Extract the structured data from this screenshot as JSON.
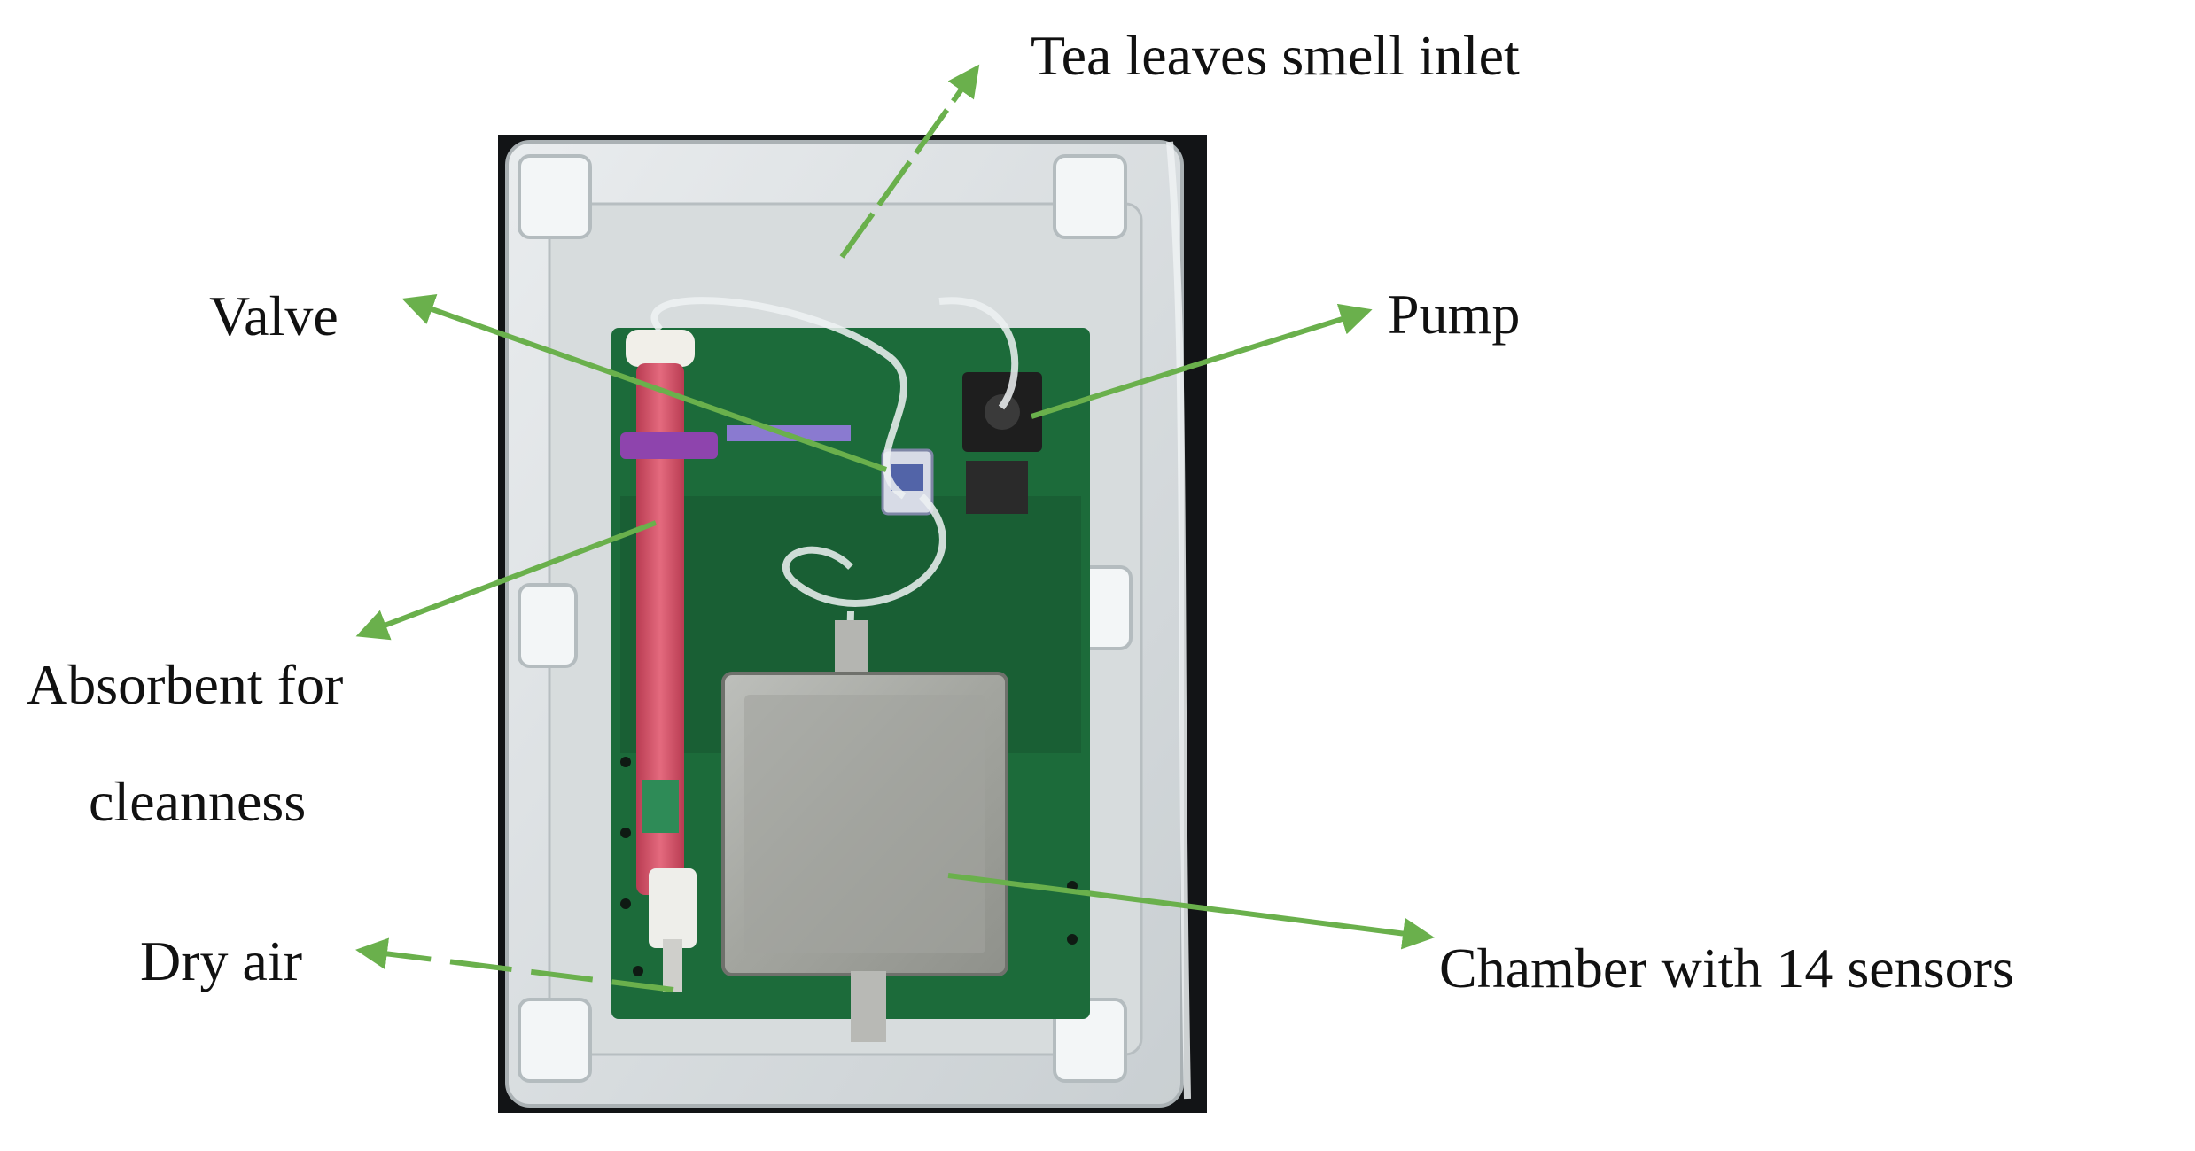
{
  "figure": {
    "labels": {
      "tea_inlet": "Tea leaves smell inlet",
      "valve": "Valve",
      "pump": "Pump",
      "absorbent_line1": "Absorbent for",
      "absorbent_line2": "cleanness",
      "dry_air": "Dry air",
      "chamber": "Chamber with 14 sensors"
    },
    "colors": {
      "arrow": "#6ab04c",
      "label_text": "#111111",
      "enclosure_background": "#121416",
      "circuit_board": "#1c6b3a",
      "absorbent_beads": "#d2475f",
      "chamber_metal": "#a8aaa6"
    }
  }
}
